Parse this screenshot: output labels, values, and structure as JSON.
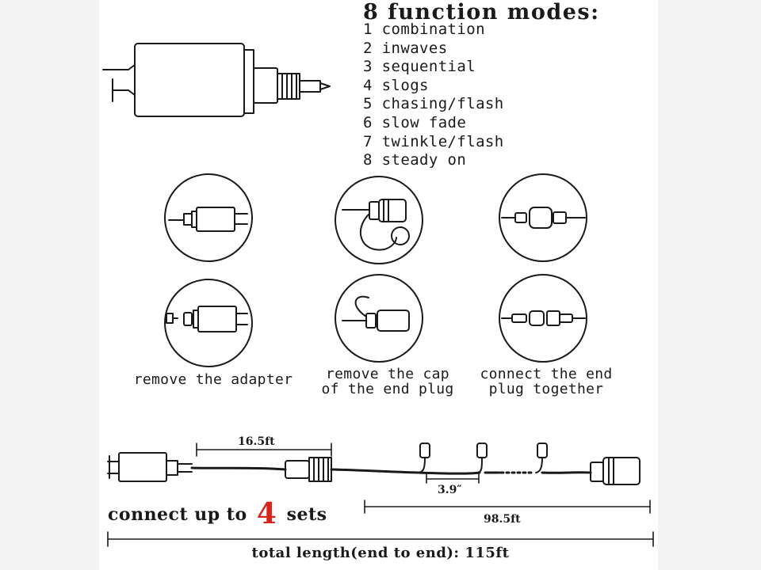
{
  "modes": {
    "title": "8 function modes:",
    "items": [
      "1 combination",
      "2 inwaves",
      "3 sequential",
      "4 slogs",
      "5 chasing/flash",
      "6 slow fade",
      "7 twinkle/flash",
      "8 steady on"
    ]
  },
  "steps": {
    "remove_adapter": "remove the adapter",
    "remove_cap_line1": "remove the cap",
    "remove_cap_line2": "of the end plug",
    "connect_line1": "connect the end",
    "connect_line2": "plug together"
  },
  "dimensions": {
    "lead_cable": "16.5ft",
    "bulb_spacing": "3.9″",
    "lit_length": "98.5ft"
  },
  "connect": {
    "prefix": "connect up to",
    "count": "4",
    "suffix": "sets",
    "count_color": "#d9231d"
  },
  "total_length": "total length(end to end): 115ft"
}
